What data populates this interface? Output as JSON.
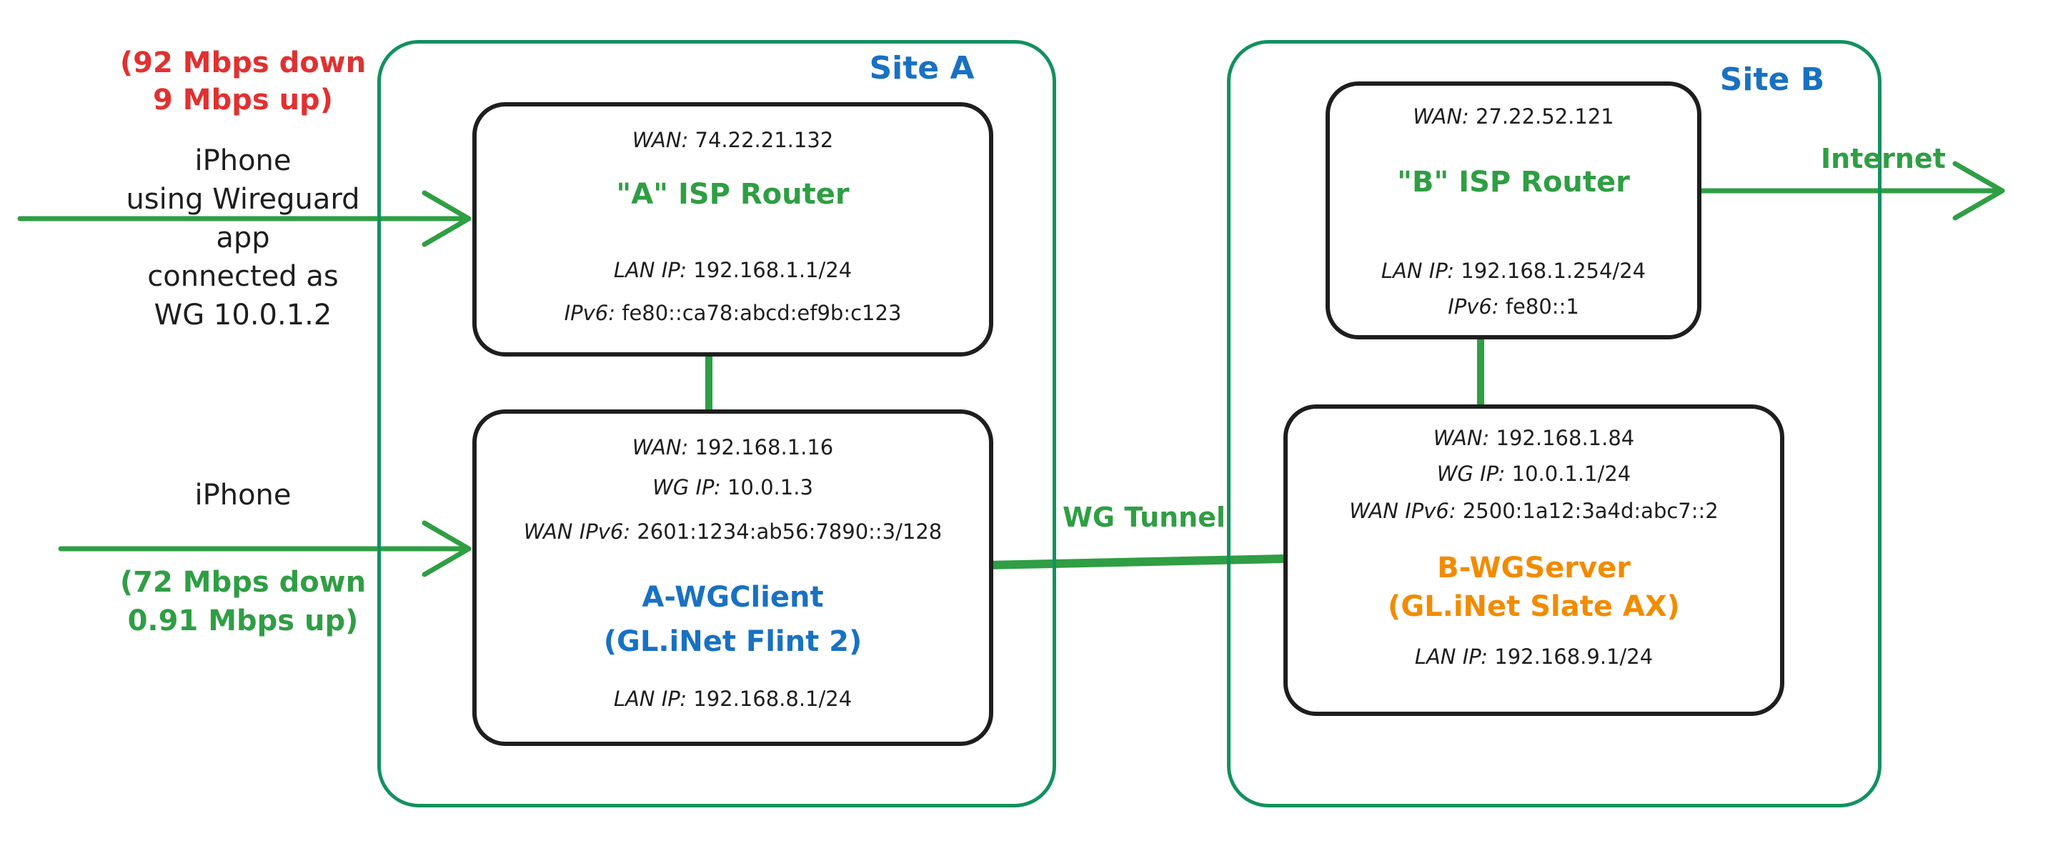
{
  "colors": {
    "ink": "#1e1e1e",
    "green-border": "#12915f",
    "green-accent": "#2f9e44",
    "blue": "#1971c2",
    "red": "#e03131",
    "orange": "#f08c00"
  },
  "left_annotations": {
    "speed_wireguard_line1": "(92 Mbps down",
    "speed_wireguard_line2": "9 Mbps up)",
    "wg_iphone_line1": "iPhone",
    "wg_iphone_line2": "using Wireguard",
    "wg_iphone_line3": "app",
    "wg_iphone_line4": "connected as",
    "wg_iphone_line5": "WG 10.0.1.2",
    "iphone_label": "iPhone",
    "speed_direct_line1": "(72 Mbps down",
    "speed_direct_line2": "0.91 Mbps up)"
  },
  "labels": {
    "wg_tunnel": "WG Tunnel",
    "internet": "Internet"
  },
  "site_a": {
    "title": "Site A",
    "isp_router": {
      "wan_label": "WAN:",
      "wan_value": "74.22.21.132",
      "name": "\"A\" ISP Router",
      "lan_label": "LAN IP:",
      "lan_value": "192.168.1.1/24",
      "ipv6_label": "IPv6:",
      "ipv6_value": "fe80::ca78:abcd:ef9b:c123"
    },
    "wg_client": {
      "wan_label": "WAN:",
      "wan_value": "192.168.1.16",
      "wg_label": "WG IP:",
      "wg_value": "10.0.1.3",
      "wan6_label": "WAN IPv6:",
      "wan6_value": "2601:1234:ab56:7890::3/128",
      "name": "A-WGClient",
      "model": "(GL.iNet Flint 2)",
      "lan_label": "LAN IP:",
      "lan_value": "192.168.8.1/24"
    }
  },
  "site_b": {
    "title": "Site B",
    "isp_router": {
      "wan_label": "WAN:",
      "wan_value": "27.22.52.121",
      "name": "\"B\" ISP Router",
      "lan_label": "LAN IP:",
      "lan_value": "192.168.1.254/24",
      "ipv6_label": "IPv6:",
      "ipv6_value": "fe80::1"
    },
    "wg_server": {
      "wan_label": "WAN:",
      "wan_value": "192.168.1.84",
      "wg_label": "WG IP:",
      "wg_value": "10.0.1.1/24",
      "wan6_label": "WAN IPv6:",
      "wan6_value": "2500:1a12:3a4d:abc7::2",
      "name": "B-WGServer",
      "model": "(GL.iNet Slate AX)",
      "lan_label": "LAN IP:",
      "lan_value": "192.168.9.1/24"
    }
  }
}
